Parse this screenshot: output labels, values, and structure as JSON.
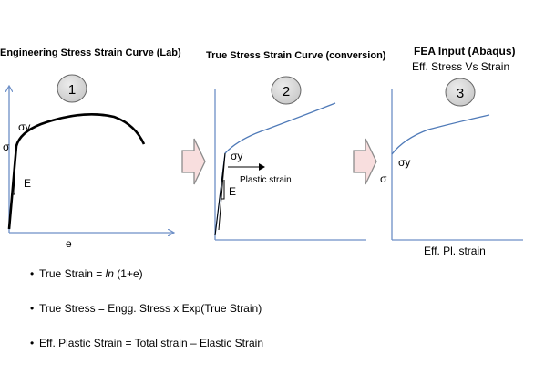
{
  "panels": [
    {
      "title": "Engineering Stress Strain Curve (Lab)",
      "number": "1",
      "labels": {
        "sigma": "σ",
        "sigma_y": "σy",
        "e_modulus": "E",
        "x_axis": "e"
      }
    },
    {
      "title": "True Stress Strain Curve (conversion)",
      "number": "2",
      "labels": {
        "sigma_y": "σy",
        "e_modulus": "E",
        "plastic": "Plastic strain"
      }
    },
    {
      "title": "FEA Input (Abaqus)",
      "subtitle": "Eff. Stress Vs Strain",
      "number": "3",
      "labels": {
        "sigma": "σ",
        "sigma_y": "σy",
        "x_axis": "Eff. Pl. strain"
      }
    }
  ],
  "bullets": [
    {
      "pre": "True Strain = ",
      "em": "ln",
      "post": " (1+e)"
    },
    {
      "pre": "True Stress = Engg. Stress x Exp(True Strain)",
      "em": "",
      "post": ""
    },
    {
      "pre": "Eff. Plastic Strain = Total strain – Elastic Strain",
      "em": "",
      "post": ""
    }
  ],
  "colors": {
    "axis_blue": "#6d8fc7",
    "curve_blue": "#4f7ab8",
    "arrow_fill": "#f8dede",
    "arrow_stroke": "#8b8b8b",
    "circle_fill": "#d7d7d7"
  }
}
